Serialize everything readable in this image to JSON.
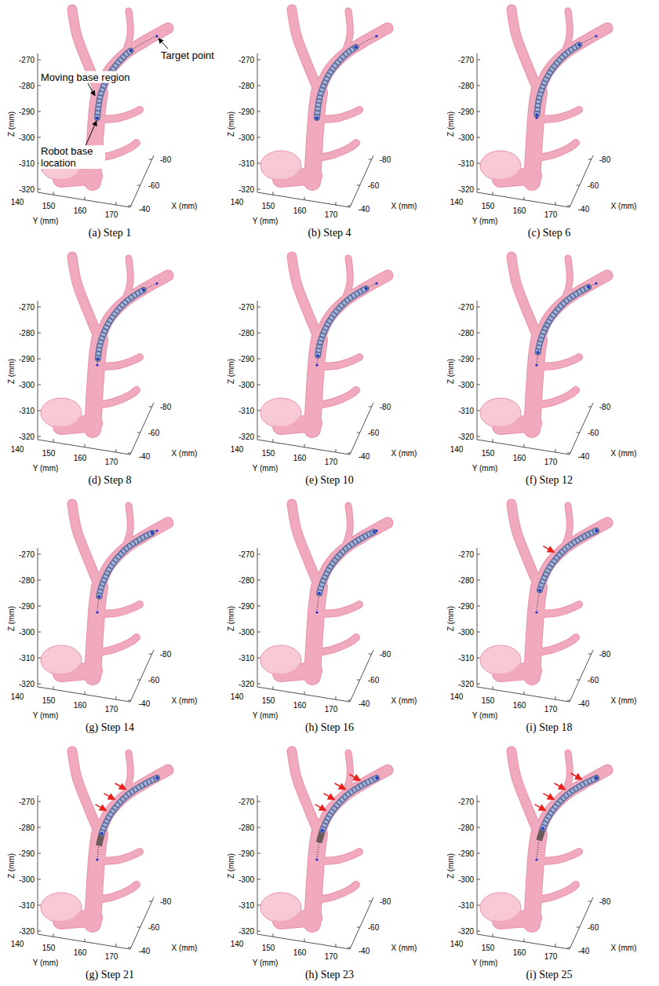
{
  "diagram": {
    "labels": [
      "-270",
      "-280",
      "-290",
      "-300",
      "-310",
      "-320",
      "Z (mm)",
      "140",
      "150",
      "160",
      "170",
      "Y (mm)",
      "-80",
      "-60",
      "-40",
      "X (mm)",
      "(a) Step 1",
      "Moving base region",
      "Robot base location",
      "Target point",
      "-270",
      "-280",
      "-290",
      "-300",
      "-310",
      "-320",
      "Z (mm)",
      "140",
      "150",
      "160",
      "170",
      "Y (mm)",
      "-80",
      "-60",
      "-40",
      "X (mm)",
      "(b) Step 4",
      "-270",
      "-280",
      "-290",
      "-300",
      "-310",
      "-320",
      "Z (mm)",
      "140",
      "150",
      "160",
      "170",
      "Y (mm)",
      "-80",
      "-60",
      "-40",
      "X (mm)",
      "(c) Step 6",
      "-270",
      "-280",
      "-290",
      "-300",
      "-310",
      "-320",
      "Z (mm)",
      "140",
      "150",
      "160",
      "170",
      "Y (mm)",
      "-80",
      "-60",
      "-40",
      "X (mm)",
      "(d) Step 8",
      "-270",
      "-280",
      "-290",
      "-300",
      "-310",
      "-320",
      "Z (mm)",
      "140",
      "150",
      "160",
      "170",
      "Y (mm)",
      "-80",
      "-60",
      "-40",
      "X (mm)",
      "(e) Step 10",
      "-270",
      "-280",
      "-290",
      "-300",
      "-310",
      "-320",
      "Z (mm)",
      "140",
      "150",
      "160",
      "170",
      "Y (mm)",
      "-80",
      "-60",
      "-40",
      "X (mm)",
      "(f) Step 12",
      "-270",
      "-280",
      "-290",
      "-300",
      "-310",
      "-320",
      "Z (mm)",
      "140",
      "150",
      "160",
      "170",
      "Y (mm)",
      "-80",
      "-60",
      "-40",
      "X (mm)",
      "(g) Step 14",
      "-270",
      "-280",
      "-290",
      "-300",
      "-310",
      "-320",
      "Z (mm)",
      "140",
      "150",
      "160",
      "170",
      "Y (mm)",
      "-80",
      "-60",
      "-40",
      "X (mm)",
      "(h) Step 16",
      "-270",
      "-280",
      "-290",
      "-300",
      "-310",
      "-320",
      "Z (mm)",
      "140",
      "150",
      "160",
      "170",
      "Y (mm)",
      "-80",
      "-60",
      "-40",
      "X (mm)",
      "(i) Step 18",
      "-270",
      "-280",
      "-290",
      "-300",
      "-310",
      "-320",
      "Z (mm)",
      "140",
      "150",
      "160",
      "170",
      "Y (mm)",
      "-80",
      "-60",
      "-40",
      "X (mm)",
      "(g) Step 21",
      "-270",
      "-280",
      "-290",
      "-300",
      "-310",
      "-320",
      "Z (mm)",
      "140",
      "150",
      "160",
      "170",
      "Y (mm)",
      "-80",
      "-60",
      "-40",
      "X (mm)",
      "(h) Step 23",
      "-270",
      "-280",
      "-290",
      "-300",
      "-310",
      "-320",
      "Z (mm)",
      "140",
      "150",
      "160",
      "170",
      "Y (mm)",
      "-80",
      "-60",
      "-40",
      "X (mm)",
      "(i) Step 25"
    ]
  }
}
